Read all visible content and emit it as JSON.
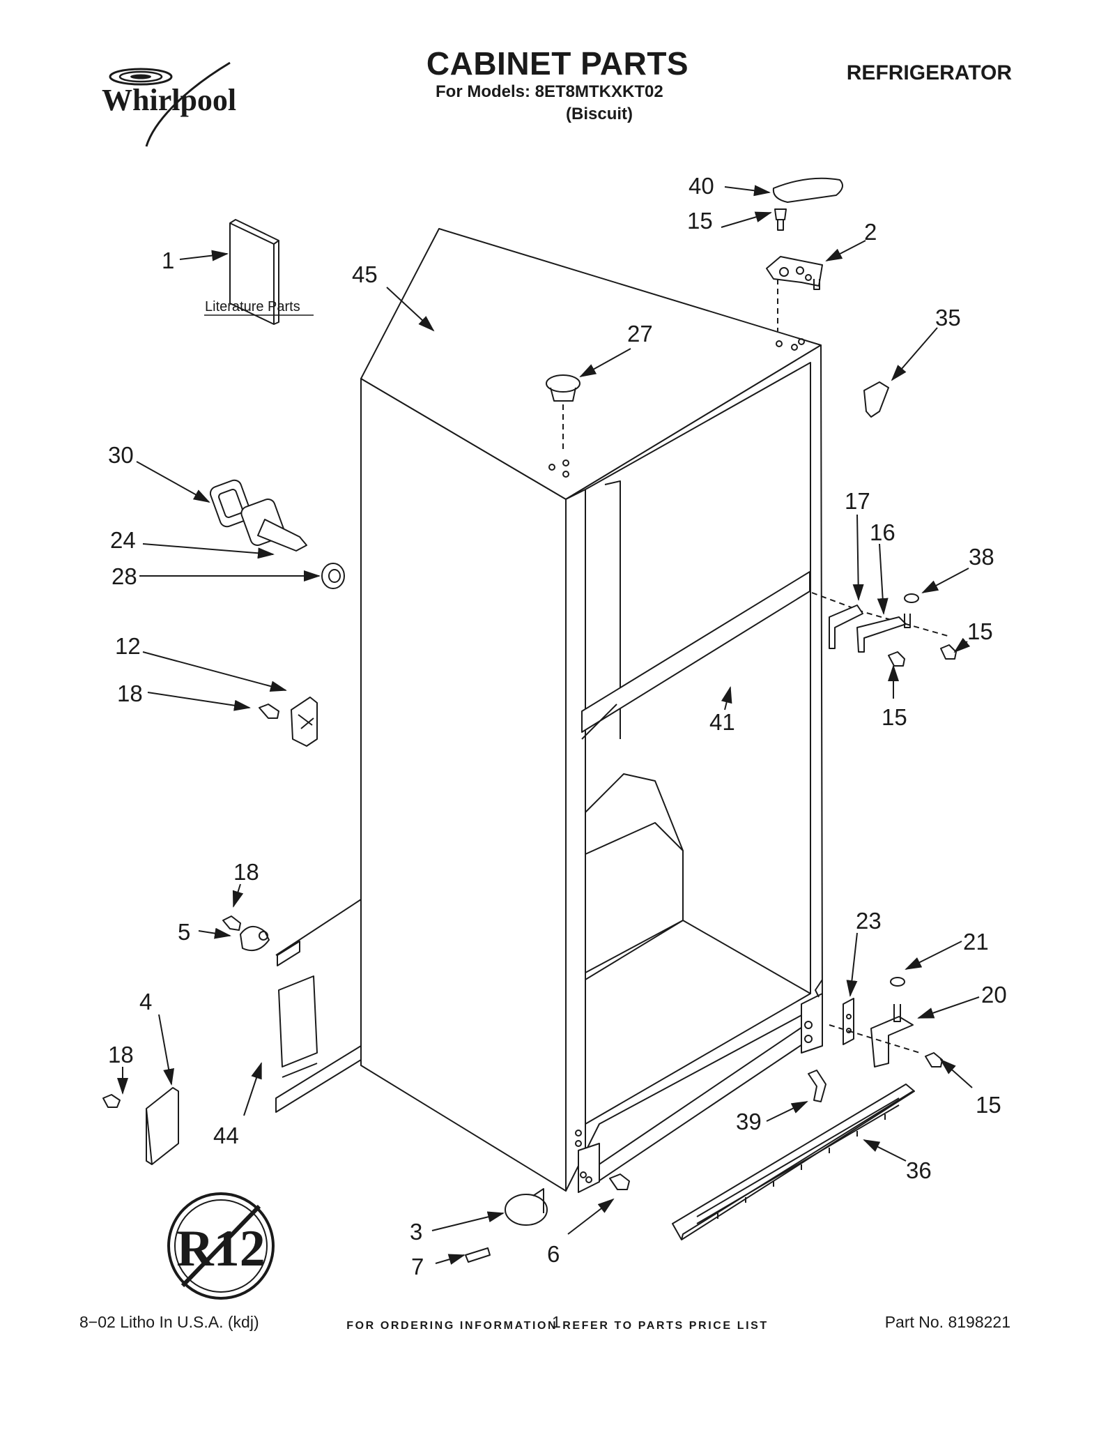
{
  "header": {
    "brand": "Whirlpool",
    "title": "CABINET PARTS",
    "models_line": "For Models: 8ET8MTKXKT02",
    "color_line": "(Biscuit)",
    "category": "REFRIGERATOR"
  },
  "diagram": {
    "literature_label": "Literature Parts",
    "r12_stamp": "R12",
    "callouts": {
      "c1": "1",
      "c2": "2",
      "c3": "3",
      "c4": "4",
      "c5": "5",
      "c6": "6",
      "c7": "7",
      "c12": "12",
      "c15a": "15",
      "c15b": "15",
      "c15c": "15",
      "c15d": "15",
      "c16": "16",
      "c17": "17",
      "c18a": "18",
      "c18b": "18",
      "c18c": "18",
      "c20": "20",
      "c21": "21",
      "c23": "23",
      "c24": "24",
      "c27": "27",
      "c28": "28",
      "c30": "30",
      "c35": "35",
      "c36": "36",
      "c38": "38",
      "c39": "39",
      "c40": "40",
      "c41": "41",
      "c44": "44",
      "c45": "45"
    }
  },
  "footer": {
    "ordering_note": "FOR ORDERING INFORMATION REFER TO PARTS PRICE LIST",
    "litho": "8−02 Litho In U.S.A. (kdj)",
    "page": "1",
    "part_no": "Part No. 8198221"
  },
  "colors": {
    "ink": "#1a1a1a",
    "paper": "#ffffff"
  }
}
